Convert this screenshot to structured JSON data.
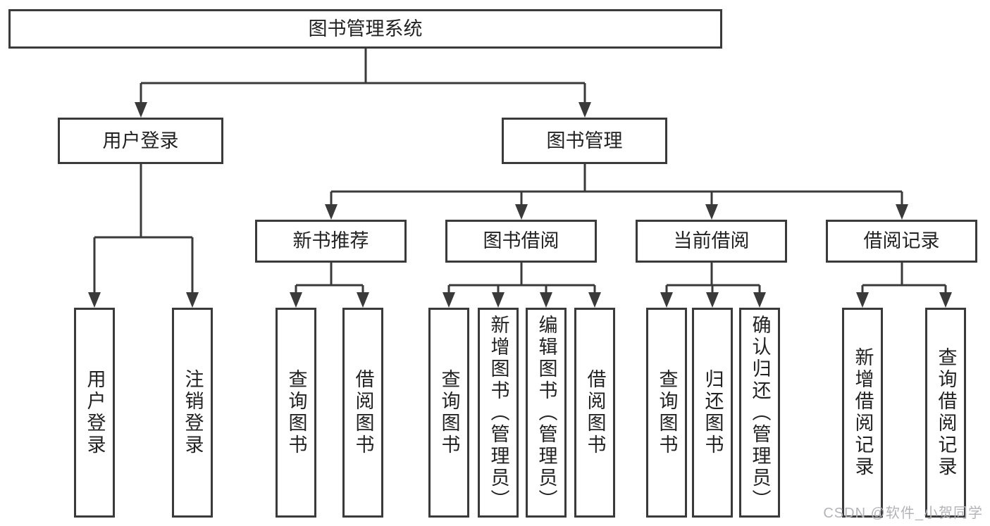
{
  "nodes": {
    "root": "图书管理系统",
    "user_login": "用户登录",
    "book_mgmt": "图书管理",
    "new_book_rec": "新书推荐",
    "book_borrow": "图书借阅",
    "current_borrow": "当前借阅",
    "borrow_records": "借阅记录",
    "leaf_user_login": "用户登录",
    "leaf_logout": "注销登录",
    "leaf_rec_query_book": "查询图书",
    "leaf_rec_borrow_book": "借阅图书",
    "leaf_bb_query_book": "查询图书",
    "leaf_bb_add_book": "新增图书（管理员）",
    "leaf_bb_edit_book": "编辑图书（管理员）",
    "leaf_bb_borrow_book": "借阅图书",
    "leaf_cb_query_book": "查询图书",
    "leaf_cb_return_book": "归还图书",
    "leaf_cb_confirm_return": "确认归还（管理员）",
    "leaf_br_add_record": "新增借阅记录",
    "leaf_br_query_record": "查询借阅记录"
  },
  "edges": [
    {
      "from": "图书管理系统",
      "to": [
        "用户登录",
        "图书管理"
      ]
    },
    {
      "from": "用户登录",
      "to": [
        "用户登录",
        "注销登录"
      ]
    },
    {
      "from": "图书管理",
      "to": [
        "新书推荐",
        "图书借阅",
        "当前借阅",
        "借阅记录"
      ]
    },
    {
      "from": "新书推荐",
      "to": [
        "查询图书",
        "借阅图书"
      ]
    },
    {
      "from": "图书借阅",
      "to": [
        "查询图书",
        "新增图书（管理员）",
        "编辑图书（管理员）",
        "借阅图书"
      ]
    },
    {
      "from": "当前借阅",
      "to": [
        "查询图书",
        "归还图书",
        "确认归还（管理员）"
      ]
    },
    {
      "from": "借阅记录",
      "to": [
        "新增借阅记录",
        "查询借阅记录"
      ]
    }
  ],
  "watermark": "CSDN @软件_小贺同学",
  "colors": {
    "line": "#3a3a3a",
    "box_border": "#3a3a3a",
    "box_fill": "#ffffff",
    "text": "#222222",
    "background": "#ffffff",
    "watermark": "#b4b4b8"
  }
}
